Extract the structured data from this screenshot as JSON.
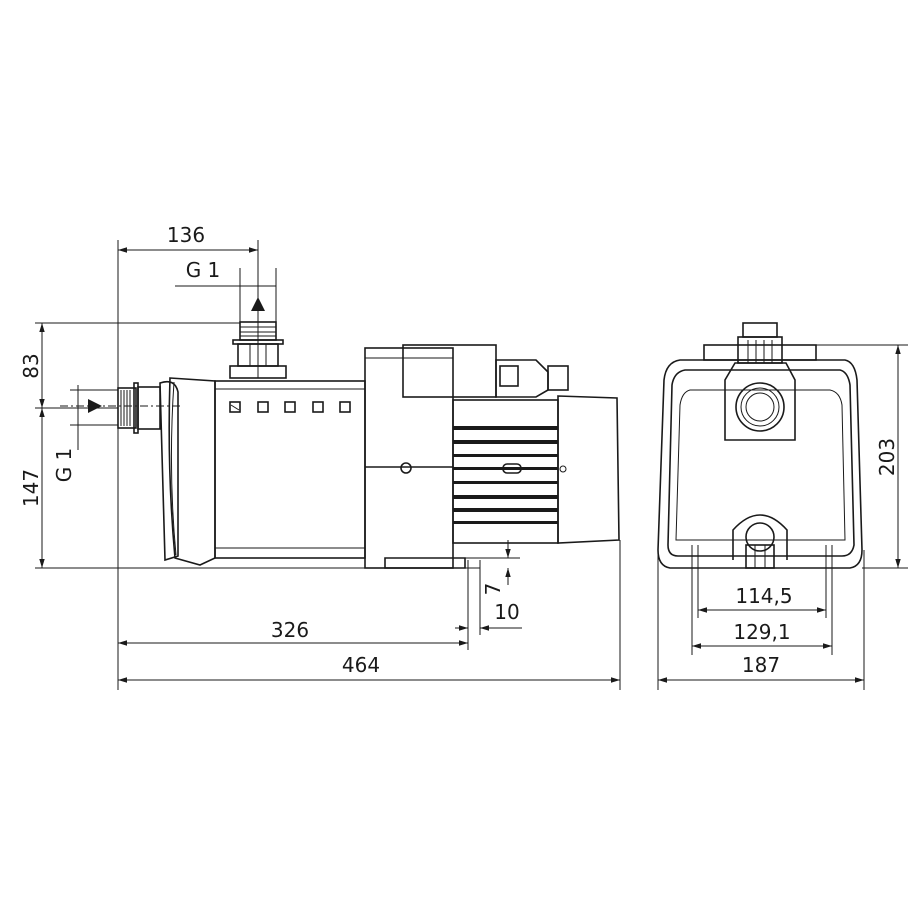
{
  "title": "Pump dimension drawing",
  "side_view": {
    "dim_outlet_offset": "136",
    "dim_outlet_thread": "G 1",
    "dim_outlet_height": "83",
    "dim_inlet_height": "147",
    "dim_inlet_thread": "G 1",
    "dim_foot_position": "326",
    "dim_total_length": "464",
    "dim_foot_height": "7",
    "dim_foot_width": "10"
  },
  "end_view": {
    "dim_total_height": "203",
    "dim_inner_foot_spacing": "114,5",
    "dim_outer_foot_spacing": "129,1",
    "dim_total_width": "187"
  }
}
